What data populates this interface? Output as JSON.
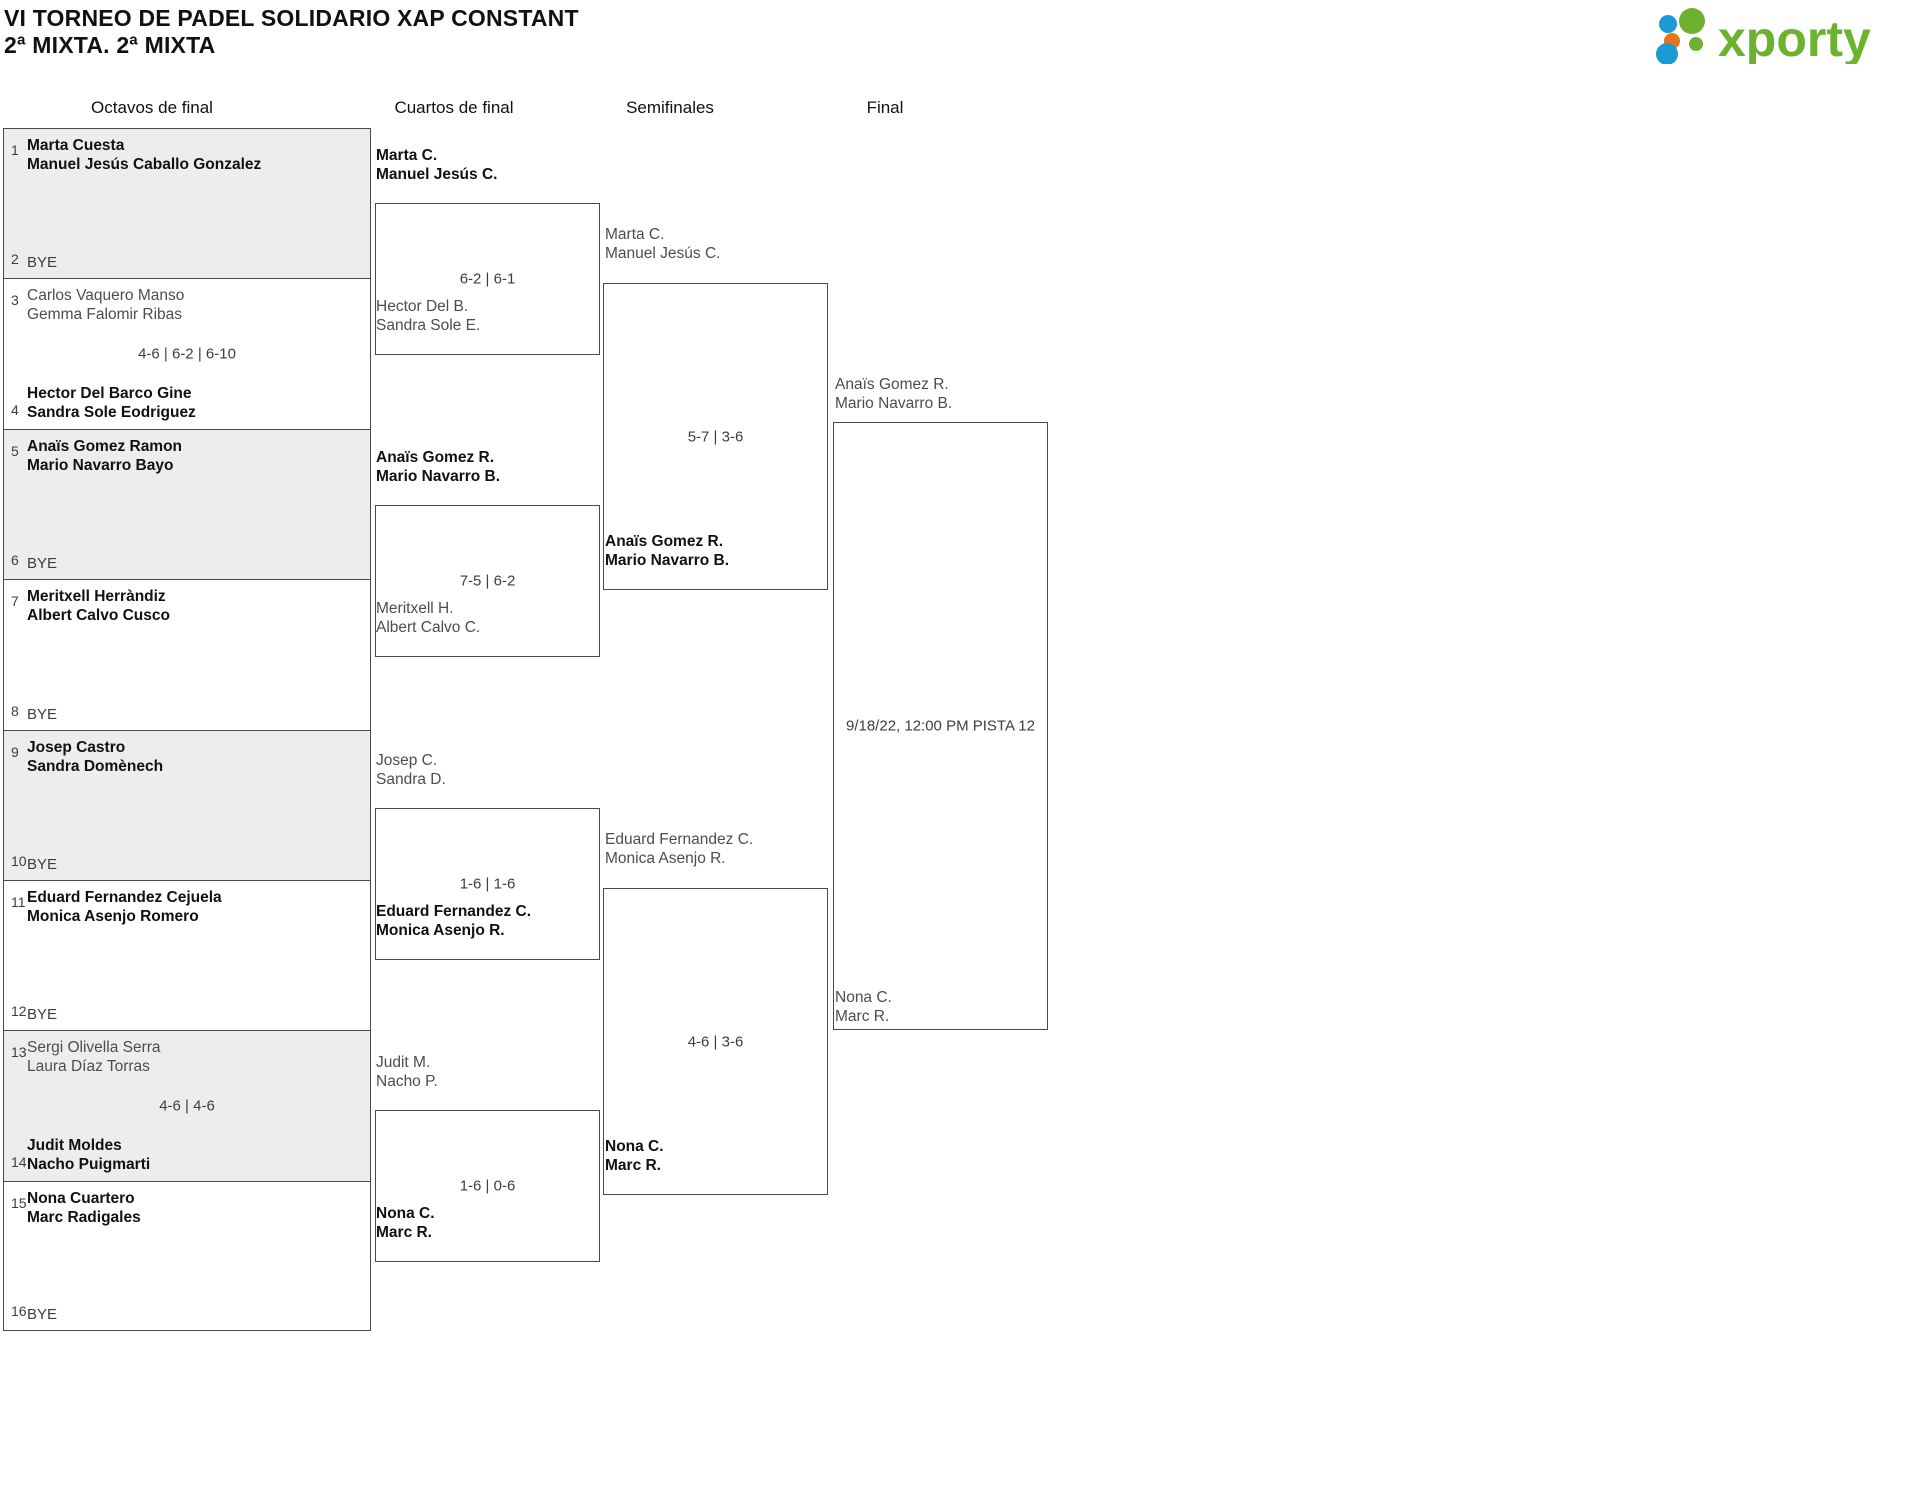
{
  "header": {
    "title_line1": "VI TORNEO DE PADEL SOLIDARIO XAP CONSTANT",
    "title_line2": "2ª MIXTA. 2ª MIXTA",
    "logo_text": "xporty",
    "logo_colors": {
      "green": "#6cb22e",
      "blue": "#1b9ad6",
      "orange": "#e8731a"
    }
  },
  "rounds": [
    {
      "label": "Octavos de final"
    },
    {
      "label": "Cuartos de final"
    },
    {
      "label": "Semifinales"
    },
    {
      "label": "Final"
    }
  ],
  "bracket": {
    "round1": [
      {
        "seed_top": "1",
        "top_p1": "Marta Cuesta",
        "top_p2": "Manuel Jesús Caballo Gonzalez",
        "top_result": "win",
        "seed_bot": "2",
        "bot_p1": "BYE",
        "bot_p2": "",
        "bot_result": "bye",
        "score": ""
      },
      {
        "seed_top": "3",
        "top_p1": "Carlos Vaquero Manso",
        "top_p2": "Gemma Falomir Ribas",
        "top_result": "lose",
        "seed_bot": "4",
        "bot_p1": "Hector Del Barco Gine",
        "bot_p2": "Sandra Sole Eodriguez",
        "bot_result": "win",
        "score": "4-6 | 6-2 | 6-10"
      },
      {
        "seed_top": "5",
        "top_p1": "Anaïs Gomez Ramon",
        "top_p2": "Mario Navarro Bayo",
        "top_result": "win",
        "seed_bot": "6",
        "bot_p1": "BYE",
        "bot_p2": "",
        "bot_result": "bye",
        "score": ""
      },
      {
        "seed_top": "7",
        "top_p1": "Meritxell Herràndiz",
        "top_p2": "Albert Calvo Cusco",
        "top_result": "win",
        "seed_bot": "8",
        "bot_p1": "BYE",
        "bot_p2": "",
        "bot_result": "bye",
        "score": ""
      },
      {
        "seed_top": "9",
        "top_p1": "Josep Castro",
        "top_p2": "Sandra Domènech",
        "top_result": "win",
        "seed_bot": "10",
        "bot_p1": "BYE",
        "bot_p2": "",
        "bot_result": "bye",
        "score": ""
      },
      {
        "seed_top": "11",
        "top_p1": "Eduard Fernandez Cejuela",
        "top_p2": "Monica Asenjo Romero",
        "top_result": "win",
        "seed_bot": "12",
        "bot_p1": "BYE",
        "bot_p2": "",
        "bot_result": "bye",
        "score": ""
      },
      {
        "seed_top": "13",
        "top_p1": "Sergi Olivella Serra",
        "top_p2": "Laura Díaz Torras",
        "top_result": "lose",
        "seed_bot": "14",
        "bot_p1": "Judit Moldes",
        "bot_p2": "Nacho Puigmarti",
        "bot_result": "win",
        "score": "4-6 | 4-6"
      },
      {
        "seed_top": "15",
        "top_p1": "Nona Cuartero",
        "top_p2": "Marc Radigales",
        "top_result": "win",
        "seed_bot": "16",
        "bot_p1": "BYE",
        "bot_p2": "",
        "bot_result": "bye",
        "score": ""
      }
    ],
    "round2": [
      {
        "top_p1": "Marta C.",
        "top_p2": "Manuel Jesús C.",
        "top_result": "win",
        "bot_p1": "Hector Del B.",
        "bot_p2": "Sandra Sole E.",
        "bot_result": "lose",
        "score": "6-2 | 6-1"
      },
      {
        "top_p1": "Anaïs Gomez R.",
        "top_p2": "Mario Navarro B.",
        "top_result": "win",
        "bot_p1": "Meritxell H.",
        "bot_p2": "Albert Calvo C.",
        "bot_result": "lose",
        "score": "7-5 | 6-2"
      },
      {
        "top_p1": "Josep C.",
        "top_p2": "Sandra D.",
        "top_result": "lose",
        "bot_p1": "Eduard Fernandez C.",
        "bot_p2": "Monica Asenjo R.",
        "bot_result": "win",
        "score": "1-6 | 1-6"
      },
      {
        "top_p1": "Judit M.",
        "top_p2": "Nacho P.",
        "top_result": "lose",
        "bot_p1": "Nona C.",
        "bot_p2": "Marc R.",
        "bot_result": "win",
        "score": "1-6 | 0-6"
      }
    ],
    "round3": [
      {
        "top_p1": "Marta C.",
        "top_p2": "Manuel Jesús C.",
        "top_result": "lose",
        "bot_p1": "Anaïs Gomez R.",
        "bot_p2": "Mario Navarro B.",
        "bot_result": "win",
        "score": "5-7 | 3-6"
      },
      {
        "top_p1": "Eduard Fernandez C.",
        "top_p2": "Monica Asenjo R.",
        "top_result": "lose",
        "bot_p1": "Nona C.",
        "bot_p2": "Marc R.",
        "bot_result": "win",
        "score": "4-6 | 3-6"
      }
    ],
    "round4": [
      {
        "top_p1": "Anaïs Gomez R.",
        "top_p2": "Mario Navarro B.",
        "top_result": "lose",
        "bot_p1": "Nona C.",
        "bot_p2": "Marc R.",
        "bot_result": "lose",
        "score": "",
        "meta": "9/18/22, 12:00 PM PISTA 12"
      }
    ]
  }
}
